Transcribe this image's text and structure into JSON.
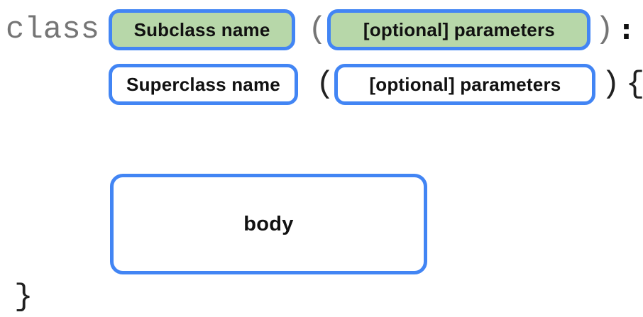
{
  "colors": {
    "pill_border_blue": "#4285F4",
    "pill_fill_green": "#B7D7A9",
    "pill_fill_white": "#FFFFFF",
    "keyword_gray": "#757575",
    "punctuation_dark": "#212121",
    "label_black": "#111111"
  },
  "line1": {
    "keyword": "class",
    "subclass_label": "Subclass name",
    "open_paren": "(",
    "params_label": "[optional] parameters",
    "close_paren": ")",
    "colon": ":"
  },
  "line2": {
    "superclass_label": "Superclass name",
    "open_paren": "(",
    "params_label": "[optional] parameters",
    "close_paren": ")",
    "open_brace": "{"
  },
  "body_box": {
    "label": "body"
  },
  "footer": {
    "close_brace": "}"
  }
}
